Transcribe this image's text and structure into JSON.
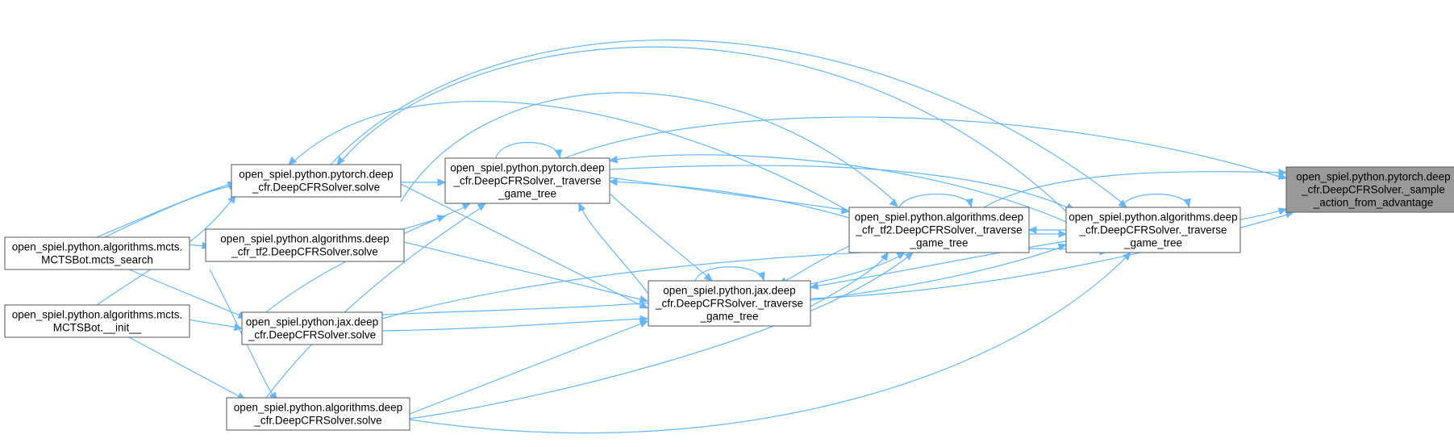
{
  "graph": {
    "edge_color": "#63b8ff",
    "root_fill": "#999999",
    "node_border": "#666666",
    "nodes": [
      {
        "id": "root",
        "lines": [
          "open_spiel.python.pytorch.deep",
          "_cfr.DeepCFRSolver._sample",
          "_action_from_advantage"
        ],
        "root": true
      },
      {
        "id": "alg_tt",
        "lines": [
          "open_spiel.python.algorithms.deep",
          "_cfr.DeepCFRSolver._traverse",
          "_game_tree"
        ]
      },
      {
        "id": "tf2_tt",
        "lines": [
          "open_spiel.python.algorithms.deep",
          "_cfr_tf2.DeepCFRSolver._traverse",
          "_game_tree"
        ]
      },
      {
        "id": "jax_tt",
        "lines": [
          "open_spiel.python.jax.deep",
          "_cfr.DeepCFRSolver._traverse",
          "_game_tree"
        ]
      },
      {
        "id": "pt_tt",
        "lines": [
          "open_spiel.python.pytorch.deep",
          "_cfr.DeepCFRSolver._traverse",
          "_game_tree"
        ]
      },
      {
        "id": "pt_solve",
        "lines": [
          "open_spiel.python.pytorch.deep",
          "_cfr.DeepCFRSolver.solve"
        ]
      },
      {
        "id": "tf2_solve",
        "lines": [
          "open_spiel.python.algorithms.deep",
          "_cfr_tf2.DeepCFRSolver.solve"
        ]
      },
      {
        "id": "jax_solve",
        "lines": [
          "open_spiel.python.jax.deep",
          "_cfr.DeepCFRSolver.solve"
        ]
      },
      {
        "id": "alg_solve",
        "lines": [
          "open_spiel.python.algorithms.deep",
          "_cfr.DeepCFRSolver.solve"
        ]
      },
      {
        "id": "mcts_search",
        "lines": [
          "open_spiel.python.algorithms.mcts.",
          "MCTSBot.mcts_search"
        ]
      },
      {
        "id": "mcts_init",
        "lines": [
          "open_spiel.python.algorithms.mcts.",
          "MCTSBot.__init__"
        ]
      }
    ]
  }
}
